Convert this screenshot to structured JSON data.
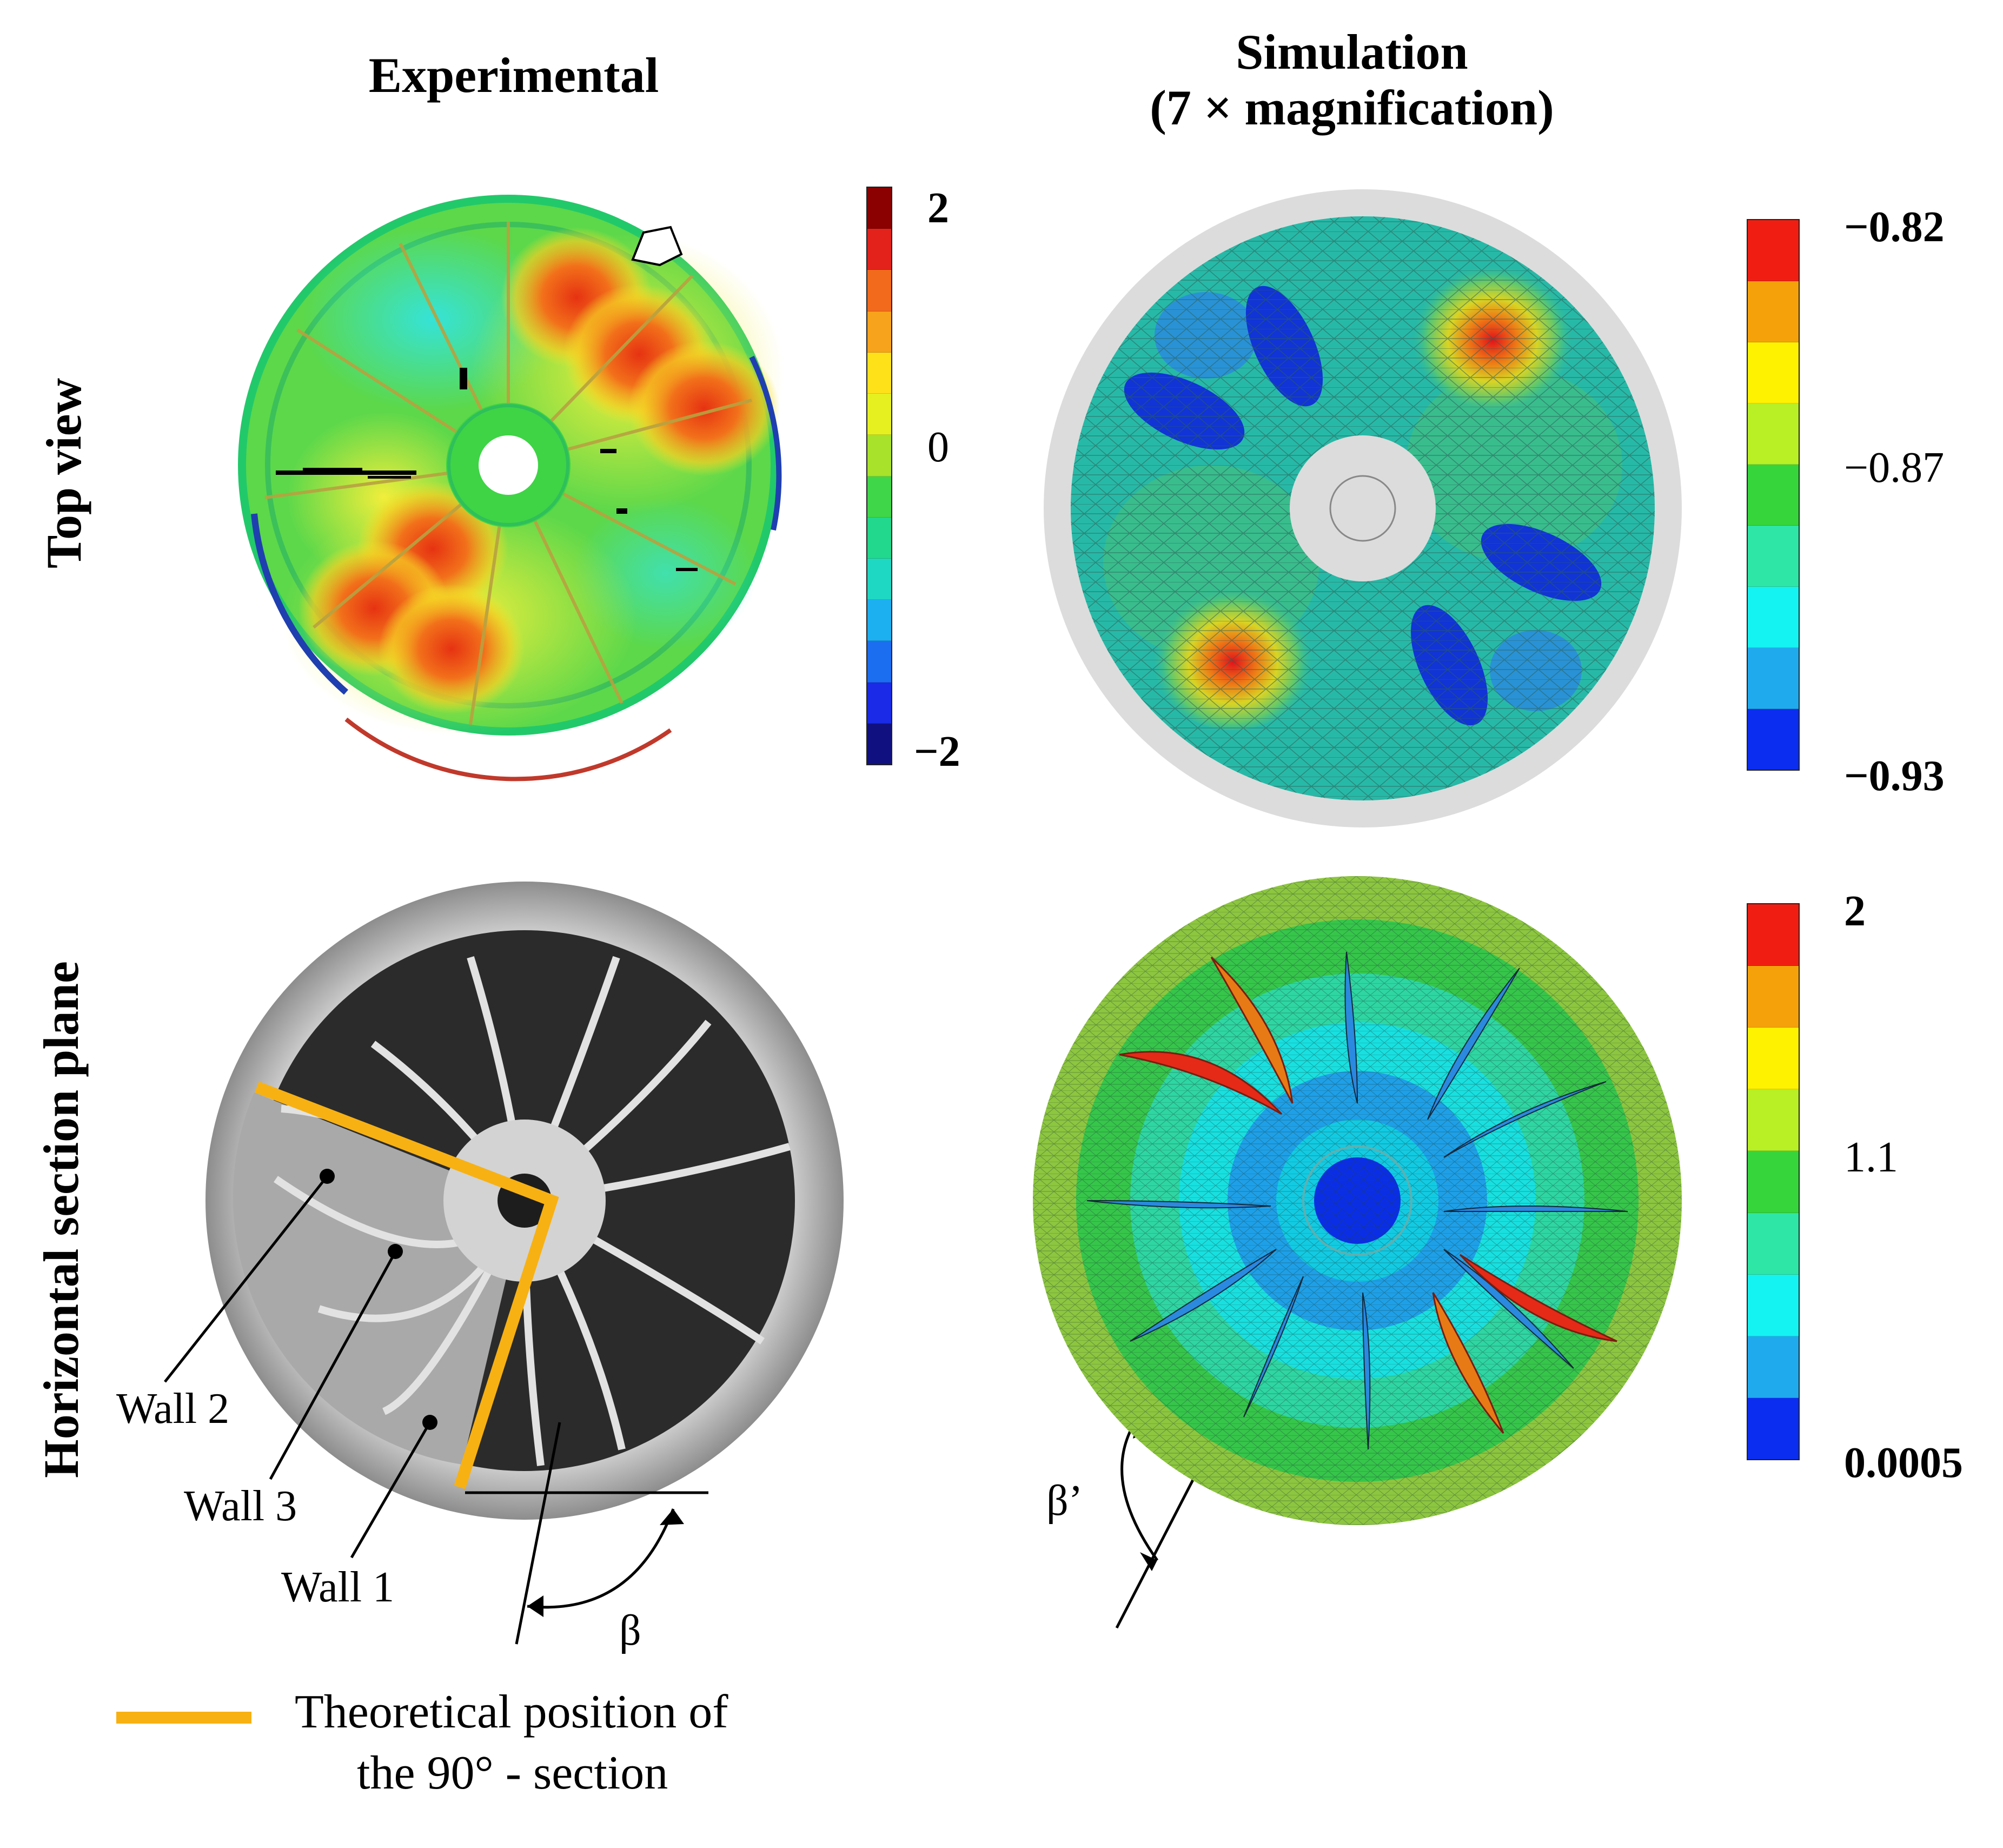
{
  "headers": {
    "experimental": "Experimental",
    "simulation_line1": "Simulation",
    "simulation_line2": "(7 × magnification)",
    "top_view": "Top view",
    "section_plane": "Horizontal section plane"
  },
  "colorbars": {
    "experimental_top": {
      "max": "2",
      "mid": "0",
      "min": "−2",
      "colors": [
        "#8b0000",
        "#e3221c",
        "#f26a1b",
        "#f7a31b",
        "#ffe11a",
        "#e6f021",
        "#a8e22a",
        "#3fd64a",
        "#22d88c",
        "#1fd8c4",
        "#1cb0f0",
        "#1c6ef0",
        "#1a2ae6",
        "#101080"
      ]
    },
    "simulation_top": {
      "max": "−0.82",
      "mid": "−0.87",
      "min": "−0.93",
      "colors": [
        "#f01e12",
        "#f5a20a",
        "#fff200",
        "#b9ef25",
        "#35d53b",
        "#2ee6a6",
        "#15f2f2",
        "#20aaee",
        "#0b2df0"
      ]
    },
    "simulation_section": {
      "max": "2",
      "mid": "1.1",
      "min": "0.0005",
      "colors": [
        "#f01e12",
        "#f5a20a",
        "#fff200",
        "#b9ef25",
        "#35d53b",
        "#2ee6a6",
        "#15f2f2",
        "#20aaee",
        "#0b2df0"
      ]
    }
  },
  "annotations": {
    "wall2": "Wall 2",
    "wall3": "Wall 3",
    "wall1": "Wall 1",
    "beta": "β",
    "beta_prime": "β’"
  },
  "legend": {
    "line1": "Theoretical position of",
    "line2": "the 90° - section",
    "color": "#f7b112"
  }
}
